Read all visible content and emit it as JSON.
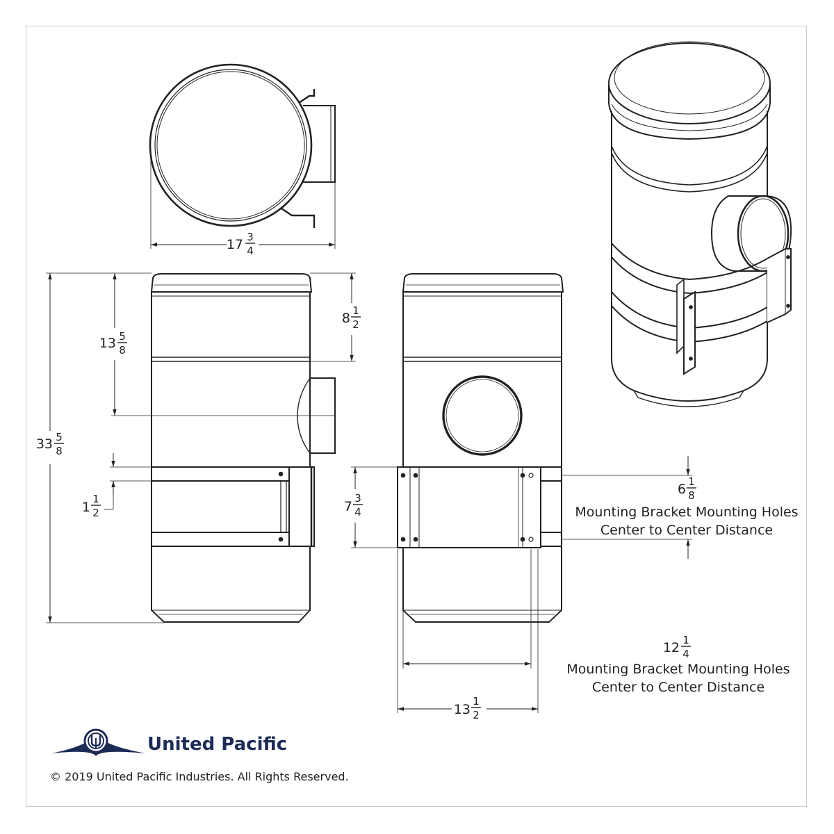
{
  "drawing": {
    "top_view_width": {
      "whole": "17",
      "num": "3",
      "den": "4"
    },
    "side_view": {
      "overall_height": {
        "whole": "33",
        "num": "5",
        "den": "8"
      },
      "to_inlet_center": {
        "whole": "13",
        "num": "5",
        "den": "8"
      },
      "band_offset": {
        "whole": "1",
        "num": "1",
        "den": "2"
      },
      "top_band": {
        "whole": "8",
        "num": "1",
        "den": "2"
      }
    },
    "front_view": {
      "bracket_height": {
        "whole": "7",
        "num": "3",
        "den": "4"
      },
      "hole_vertical": {
        "whole": "6",
        "num": "1",
        "den": "8"
      },
      "hole_horizontal": {
        "whole": "12",
        "num": "1",
        "den": "4"
      },
      "bracket_width": {
        "whole": "13",
        "num": "1",
        "den": "2"
      }
    },
    "notes": {
      "vertical_line1": "Mounting Bracket Mounting Holes",
      "vertical_line2": "Center to Center Distance",
      "horizontal_line1": "Mounting Bracket Mounting Holes",
      "horizontal_line2": "Center to Center Distance"
    }
  },
  "brand": {
    "name": "United Pacific",
    "color": "#1d2b57"
  },
  "footer": {
    "copyright": "© 2019 United Pacific Industries. All Rights Reserved."
  }
}
